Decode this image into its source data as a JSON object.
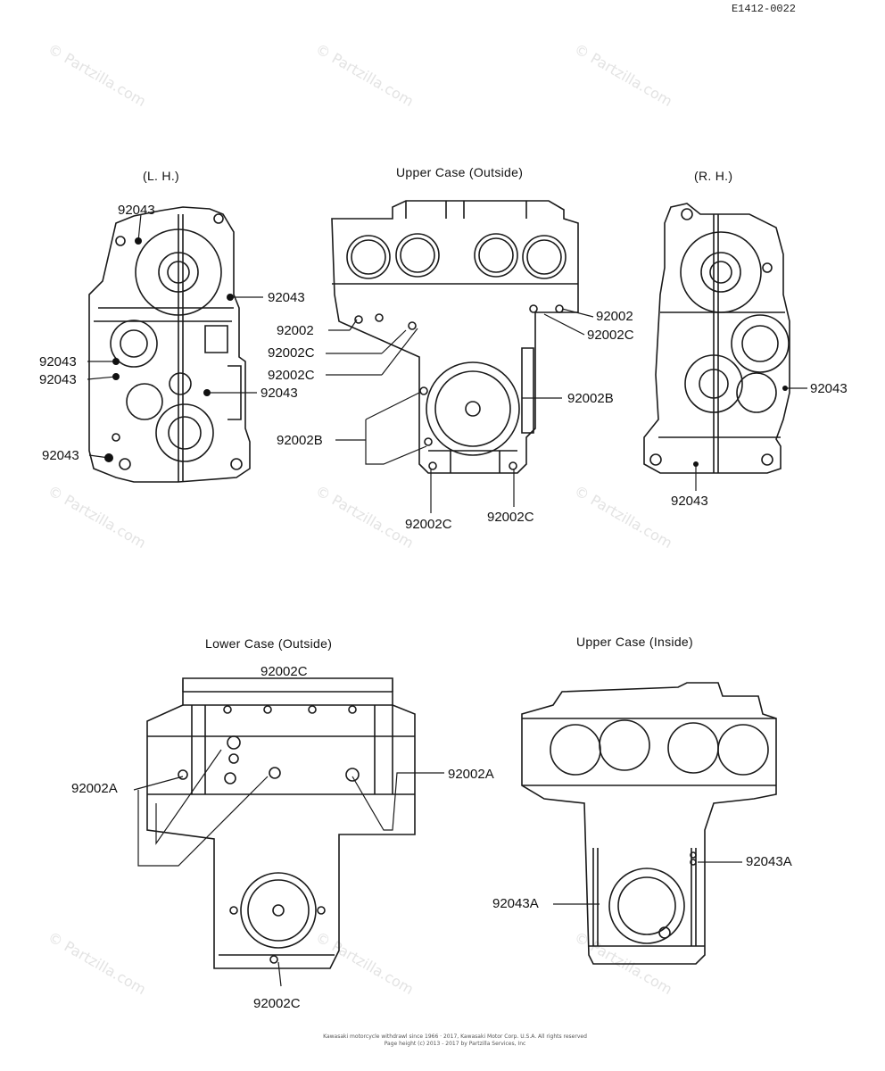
{
  "doc_code": "E1412-0022",
  "watermark": "© Partzilla.com",
  "views": [
    {
      "id": "lh",
      "title": "(L. H.)"
    },
    {
      "id": "upper_out",
      "title": "Upper Case (Outside)"
    },
    {
      "id": "rh",
      "title": "(R. H.)"
    },
    {
      "id": "lower_out",
      "title": "Lower Case (Outside)"
    },
    {
      "id": "upper_in",
      "title": "Upper Case (Inside)"
    }
  ],
  "callouts": {
    "lh": [
      "92043",
      "92043",
      "92043",
      "92043",
      "92043",
      "92043"
    ],
    "upper_out": [
      "92002",
      "92002C",
      "92002C",
      "92002B",
      "92002B",
      "92002C",
      "92002C",
      "92002",
      "92002C"
    ],
    "rh": [
      "92043",
      "92043"
    ],
    "lower_out": [
      "92002C",
      "92002A",
      "92002A",
      "92002C"
    ],
    "upper_in": [
      "92043A",
      "92043A"
    ]
  },
  "footer": {
    "line1": "Kawasaki motorcycle withdrawl since 1966 · 2017, Kawasaki Motor Corp. U.S.A.  All rights reserved",
    "line2": "Page height (c) 2013 - 2017 by Partzilla Services, Inc"
  }
}
